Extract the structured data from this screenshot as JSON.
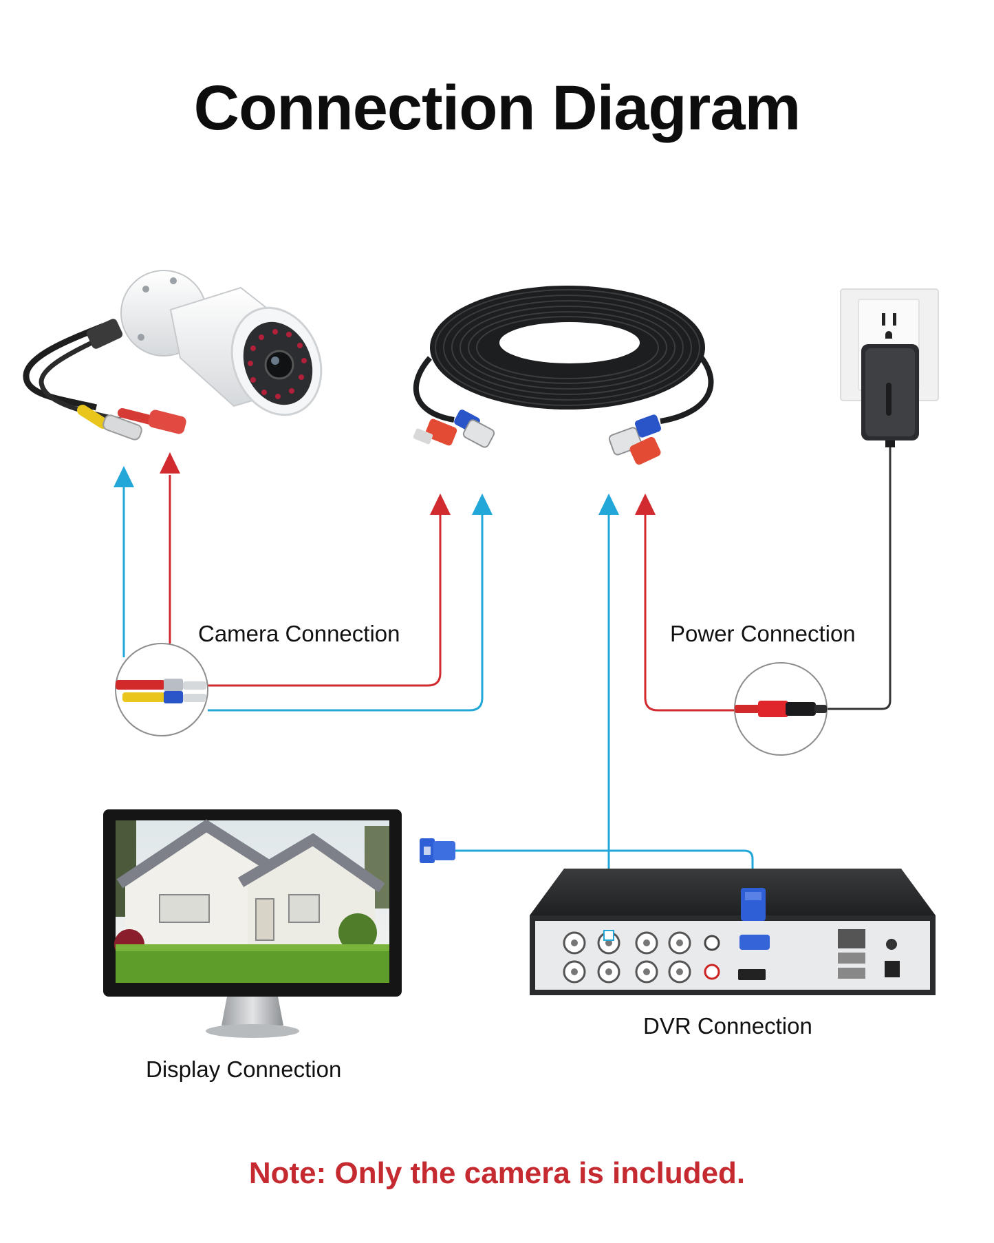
{
  "title": "Connection Diagram",
  "labels": {
    "camera_connection": "Camera Connection",
    "power_connection": "Power Connection",
    "dvr_connection": "DVR Connection",
    "display_connection": "Display Connection"
  },
  "note": "Note: Only the camera is included.",
  "colors": {
    "video_line": "#22a7d8",
    "power_line": "#d12a2f",
    "adapter_line": "#333333",
    "note_text": "#c62a31",
    "vga_blue": "#2f5fd6"
  },
  "icons": [
    "bullet-camera-icon",
    "cable-coil-icon",
    "wall-outlet-icon",
    "power-adapter-icon",
    "monitor-icon",
    "dvr-icon",
    "vga-plug-icon"
  ]
}
